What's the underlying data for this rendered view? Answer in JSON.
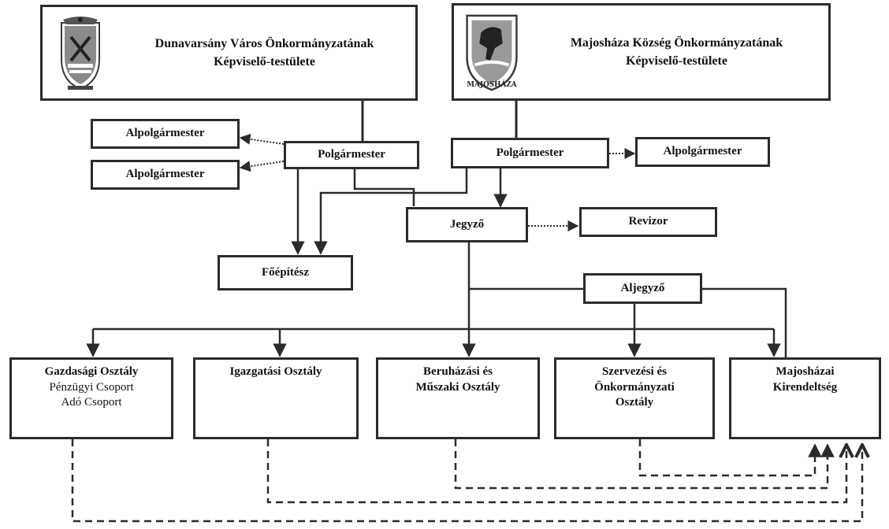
{
  "headers": {
    "left": {
      "line1": "Dunavarsány Város Önkormányzatának",
      "line2": "Képviselő-testülete",
      "crest_icon": "dunavarsany-coat-of-arms-icon"
    },
    "right": {
      "line1": "Majosháza Község Önkormányzatának",
      "line2": "Képviselő-testülete",
      "crest_icon": "majoshaza-coat-of-arms-icon",
      "crest_text": "MAJOSHÁZA"
    }
  },
  "nodes": {
    "alpolgarmester_left_1": "Alpolgármester",
    "alpolgarmester_left_2": "Alpolgármester",
    "polgarmester_left": "Polgármester",
    "polgarmester_right": "Polgármester",
    "alpolgarmester_right": "Alpolgármester",
    "jegyzo": "Jegyző",
    "revizor": "Revizor",
    "foepitesz": "Főépítész",
    "aljegyzo": "Aljegyző"
  },
  "departments": {
    "gazdasagi": {
      "line1": "Gazdasági Osztály",
      "line2": "Pénzügyi Csoport",
      "line3": "Adó Csoport"
    },
    "igazgatasi": {
      "line1": "Igazgatási Osztály"
    },
    "beruhazasi": {
      "line1": "Beruházási és",
      "line2": "Műszaki Osztály"
    },
    "szervezesi": {
      "line1": "Szervezési és",
      "line2": "Önkormányzati",
      "line3": "Osztály"
    },
    "majoshazai": {
      "line1": "Majosházai",
      "line2": "Kirendeltség"
    }
  },
  "colors": {
    "line": "#2b2b2b",
    "crest_left": "#3a3a3a",
    "crest_right": "#3a3a3a"
  }
}
